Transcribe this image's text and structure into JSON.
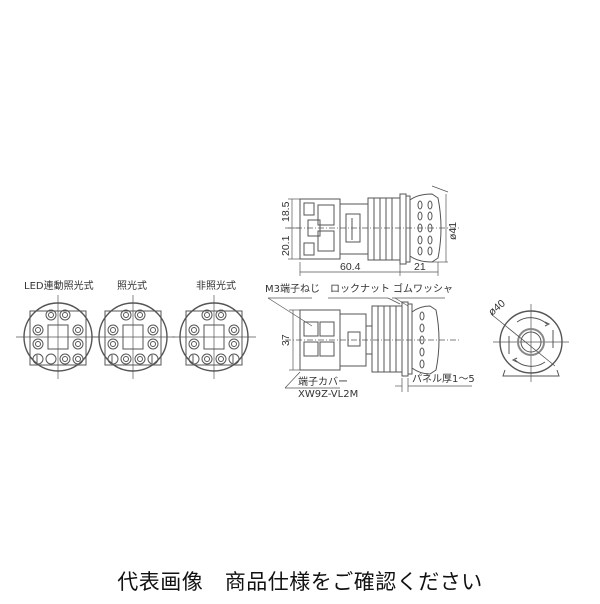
{
  "drawing": {
    "side_view_top": {
      "dimensions": {
        "height_upper": "18.5",
        "height_lower": "20.1",
        "body_length": "60.4",
        "head_length": "21",
        "head_diameter": "ø41"
      }
    },
    "side_view_bottom": {
      "labels": {
        "terminal_screw": "M3端子ねじ",
        "lock_nut": "ロックナット",
        "rubber_washer": "ゴムワッシャ",
        "terminal_cover": "端子カバー",
        "terminal_cover_model": "XW9Z-VL2M",
        "panel_thickness": "パネル厚1〜5"
      },
      "dimensions": {
        "height": "37"
      }
    },
    "rear_views": [
      {
        "label": "LED連動照光式"
      },
      {
        "label": "照光式"
      },
      {
        "label": "非照光式"
      }
    ],
    "front_view": {
      "dimensions": {
        "diameter": "ø40"
      }
    }
  },
  "caption": "代表画像　商品仕様をご確認ください",
  "colors": {
    "line": "#555555",
    "background": "#ffffff",
    "text": "#222222"
  }
}
